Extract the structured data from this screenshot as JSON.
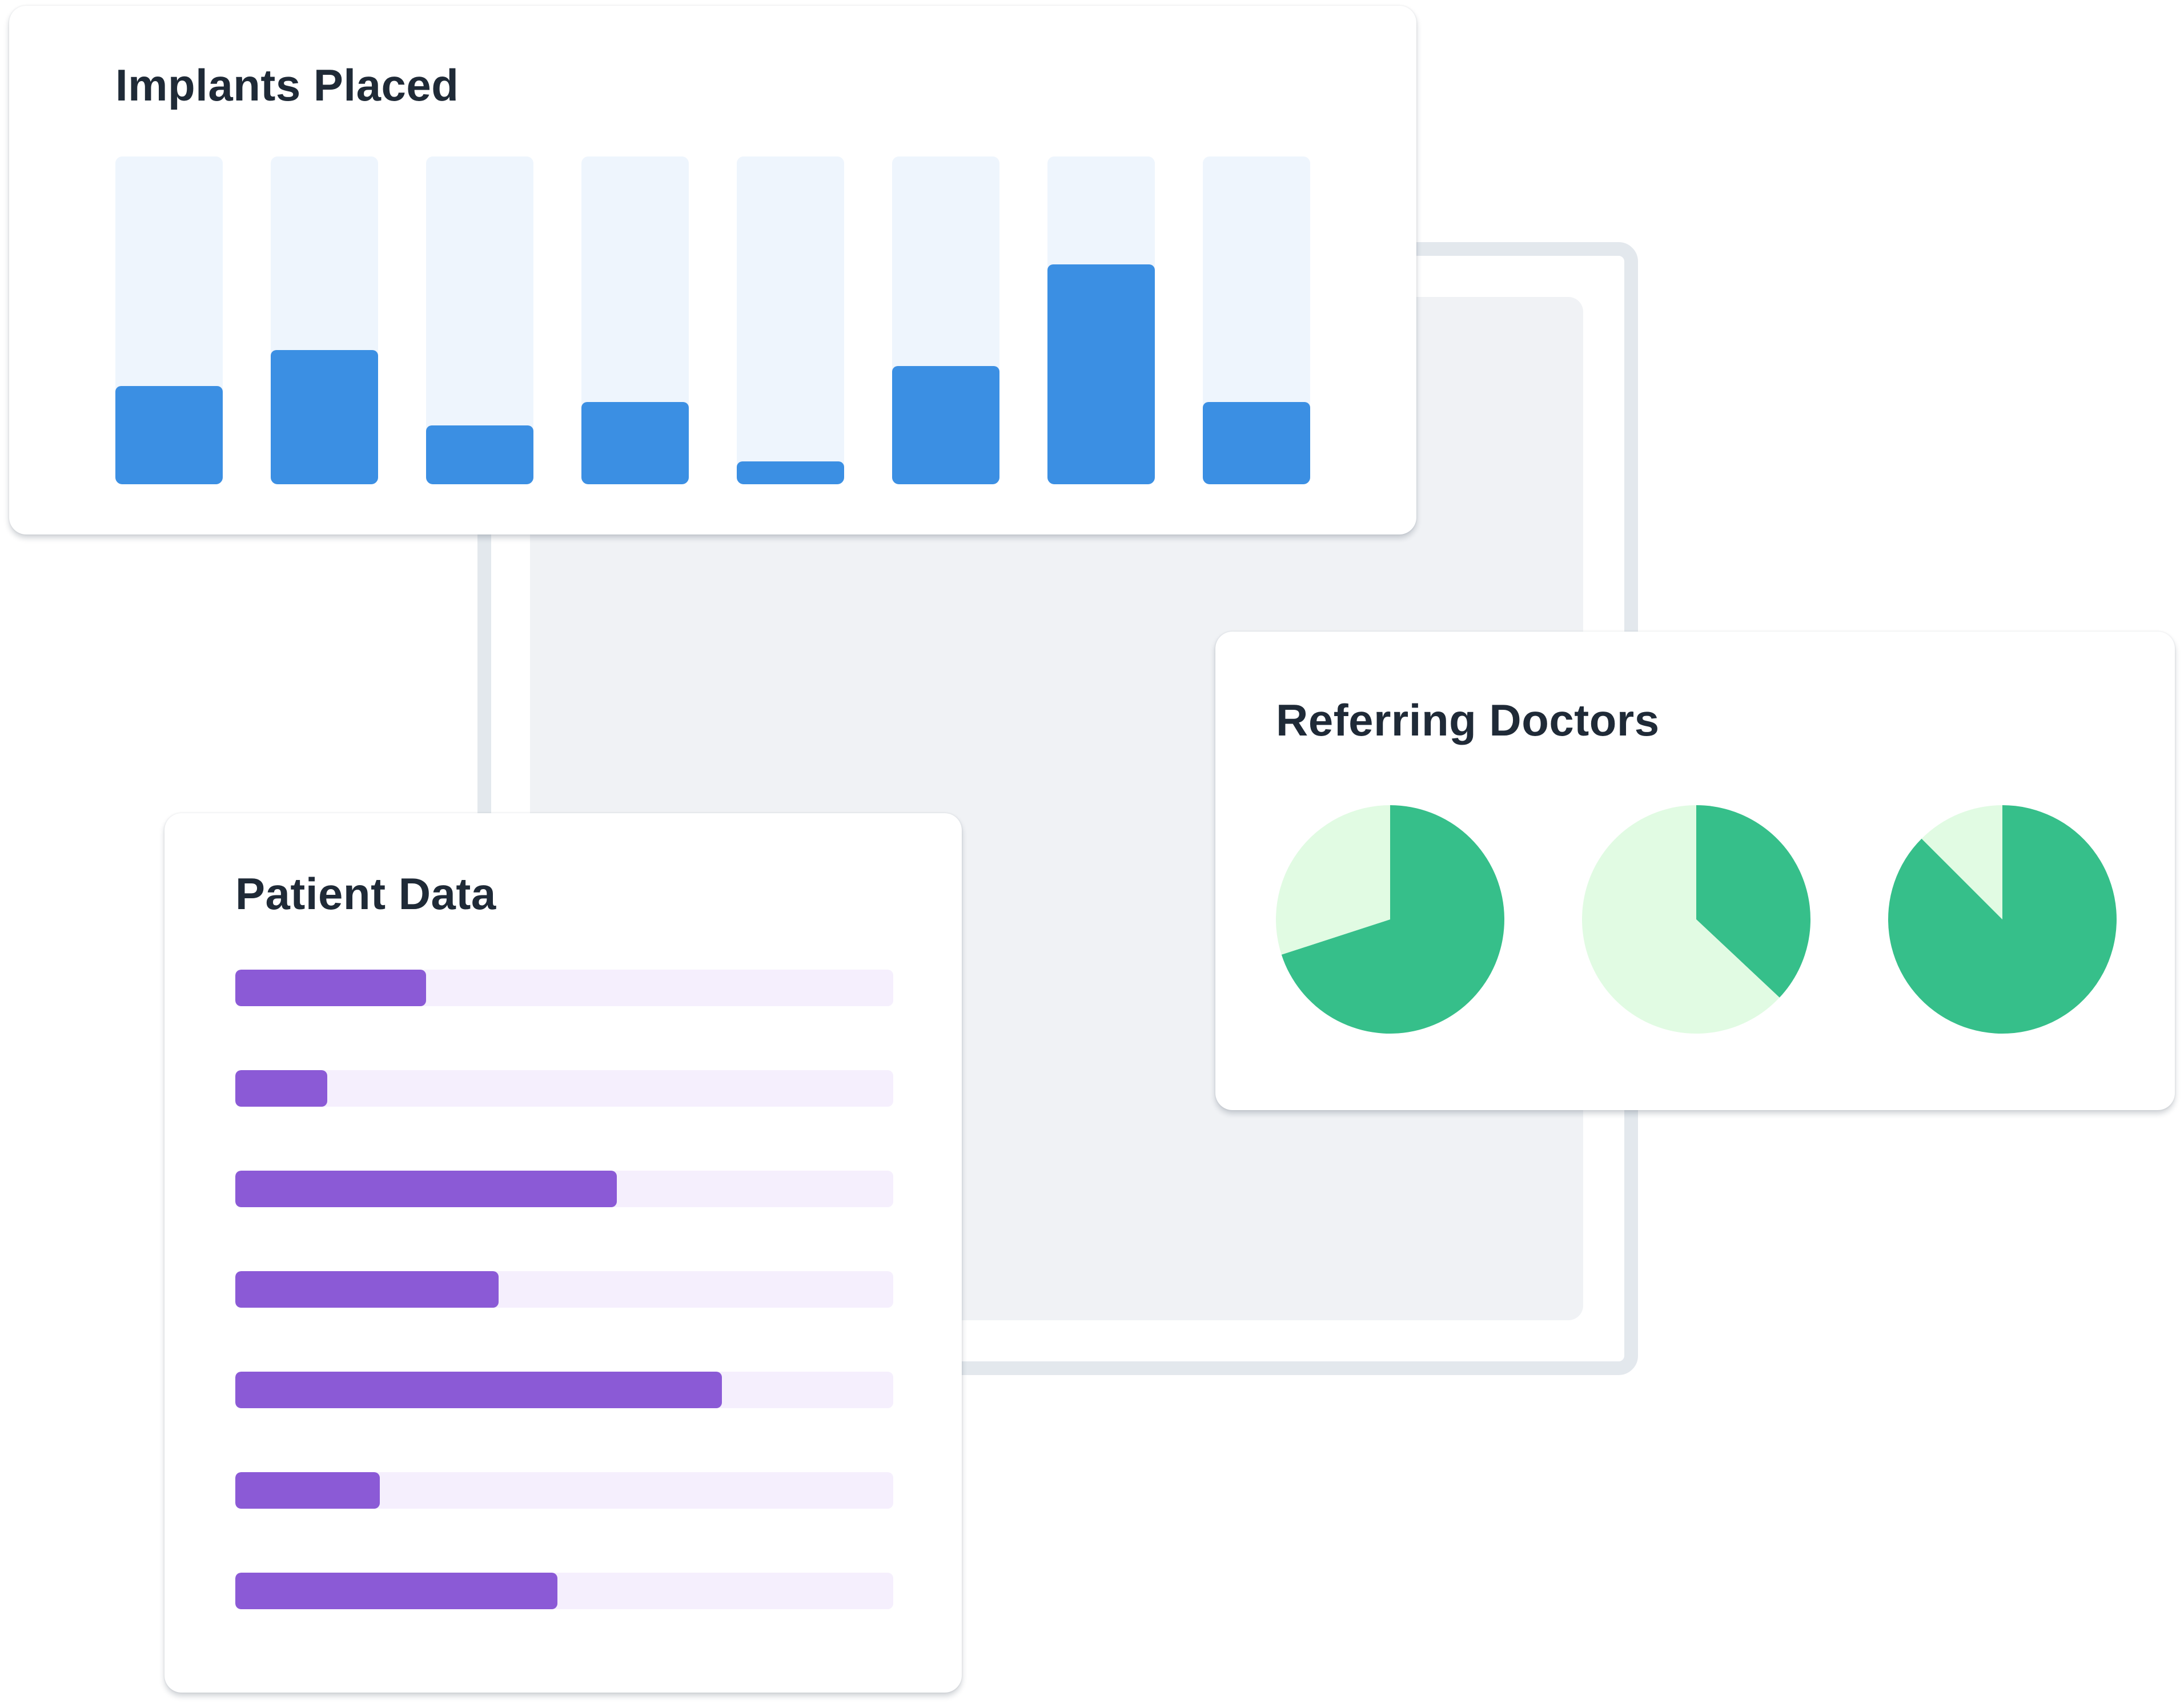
{
  "colors": {
    "bar_fill": "#3b8fe3",
    "bar_track": "#eef5fd",
    "patient_fill": "#8b5ad6",
    "patient_track": "#f5effd",
    "pie_primary": "#36bf8a",
    "pie_secondary": "#e1fbe3"
  },
  "implants": {
    "title": "Implants Placed",
    "chart_data": {
      "type": "bar",
      "values": [
        0.3,
        0.41,
        0.18,
        0.25,
        0.07,
        0.36,
        0.67,
        0.25
      ],
      "ylim": [
        0,
        1
      ]
    }
  },
  "patients": {
    "title": "Patient Data",
    "chart_data": {
      "type": "bar",
      "orientation": "horizontal",
      "values": [
        0.29,
        0.14,
        0.58,
        0.4,
        0.74,
        0.22,
        0.49
      ],
      "xlim": [
        0,
        1
      ]
    }
  },
  "referring": {
    "title": "Referring Doctors",
    "chart_data": {
      "type": "pie",
      "series": [
        {
          "values": [
            0.7,
            0.3
          ]
        },
        {
          "values": [
            0.37,
            0.63
          ]
        },
        {
          "values": [
            0.875,
            0.125
          ]
        }
      ]
    }
  }
}
